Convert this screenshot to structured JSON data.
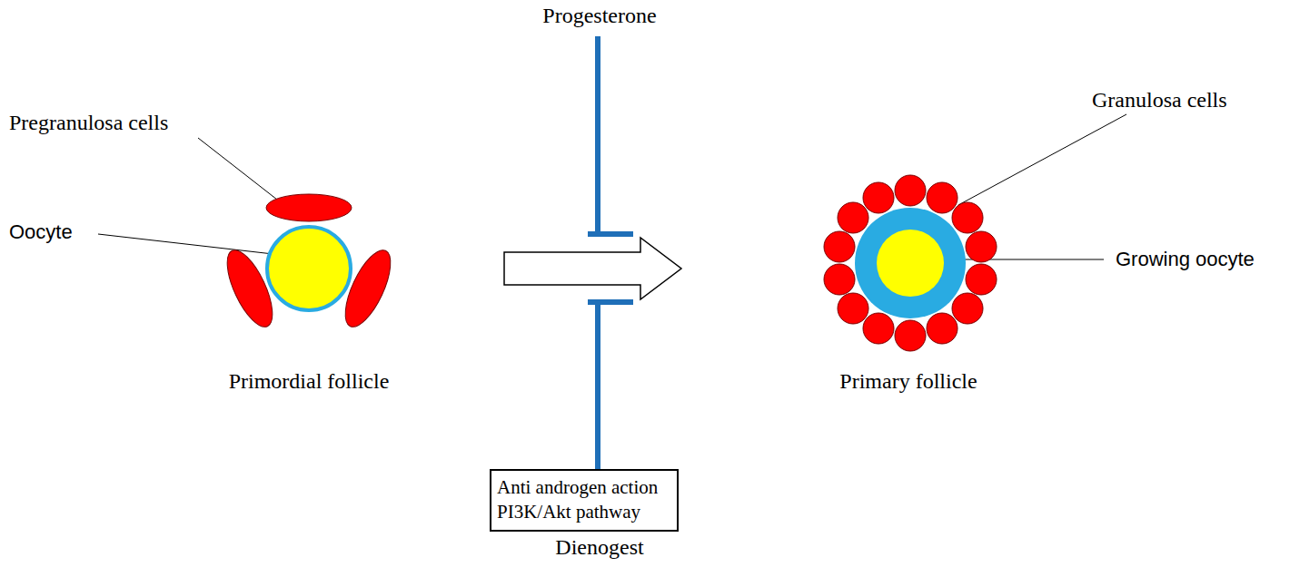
{
  "diagram": {
    "nodes": [
      {
        "text": [
          "Primordial follicle"
        ]
      },
      {
        "text": [
          "Anti androgen action PI3K/Akt pathway"
        ]
      },
      {
        "text": [
          "Primary follicle"
        ]
      }
    ],
    "edges": [
      {
        "from": 0,
        "to": 2,
        "arrow": "to"
      }
    ],
    "labels": [
      "Progesterone",
      "Pregranulosa cells",
      "Oocyte",
      "Granulosa cells",
      "Growing oocyte",
      "Dienogest"
    ]
  }
}
